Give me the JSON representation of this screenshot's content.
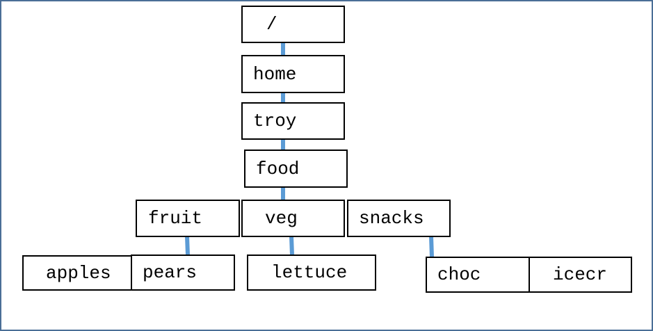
{
  "tree": {
    "root": "/",
    "home": "home",
    "troy": "troy",
    "food": "food",
    "fruit": "fruit",
    "veg": "veg",
    "snacks": "snacks",
    "apples": "apples",
    "pears": "pears",
    "lettuce": "lettuce",
    "choc": "choc",
    "icecr": "icecr"
  },
  "colors": {
    "connector": "#5b9bd5",
    "border": "#4a6e96"
  }
}
